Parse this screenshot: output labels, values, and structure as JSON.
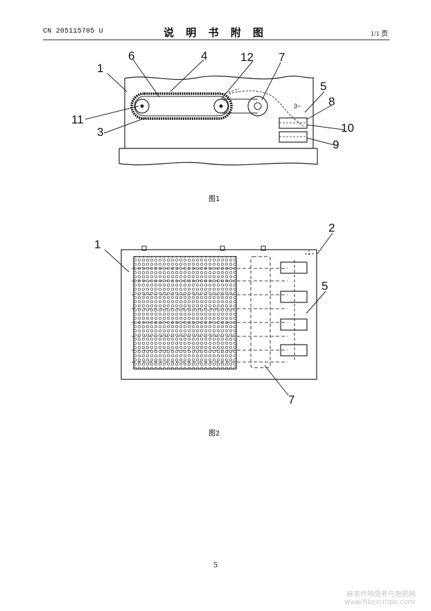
{
  "header": {
    "doc_number": "CN 205115705 U",
    "title": "说 明 书 附 图",
    "page_info": "1/1 页"
  },
  "figure1": {
    "caption": "图1",
    "labels": {
      "l1": "1",
      "l3": "3",
      "l4": "4",
      "l5": "5",
      "l6": "6",
      "l7": "7",
      "l8": "8",
      "l9": "9",
      "l10": "10",
      "l11": "11",
      "l12": "12"
    },
    "motor_mark": "3~"
  },
  "figure2": {
    "caption": "图2",
    "labels": {
      "l1": "1",
      "l2": "2",
      "l5": "5",
      "l7": "7"
    }
  },
  "footer": {
    "page_number": "5",
    "watermark_line1": "麻类作物营养与施肥网",
    "watermark_line2": "www.fibercrops.com"
  }
}
